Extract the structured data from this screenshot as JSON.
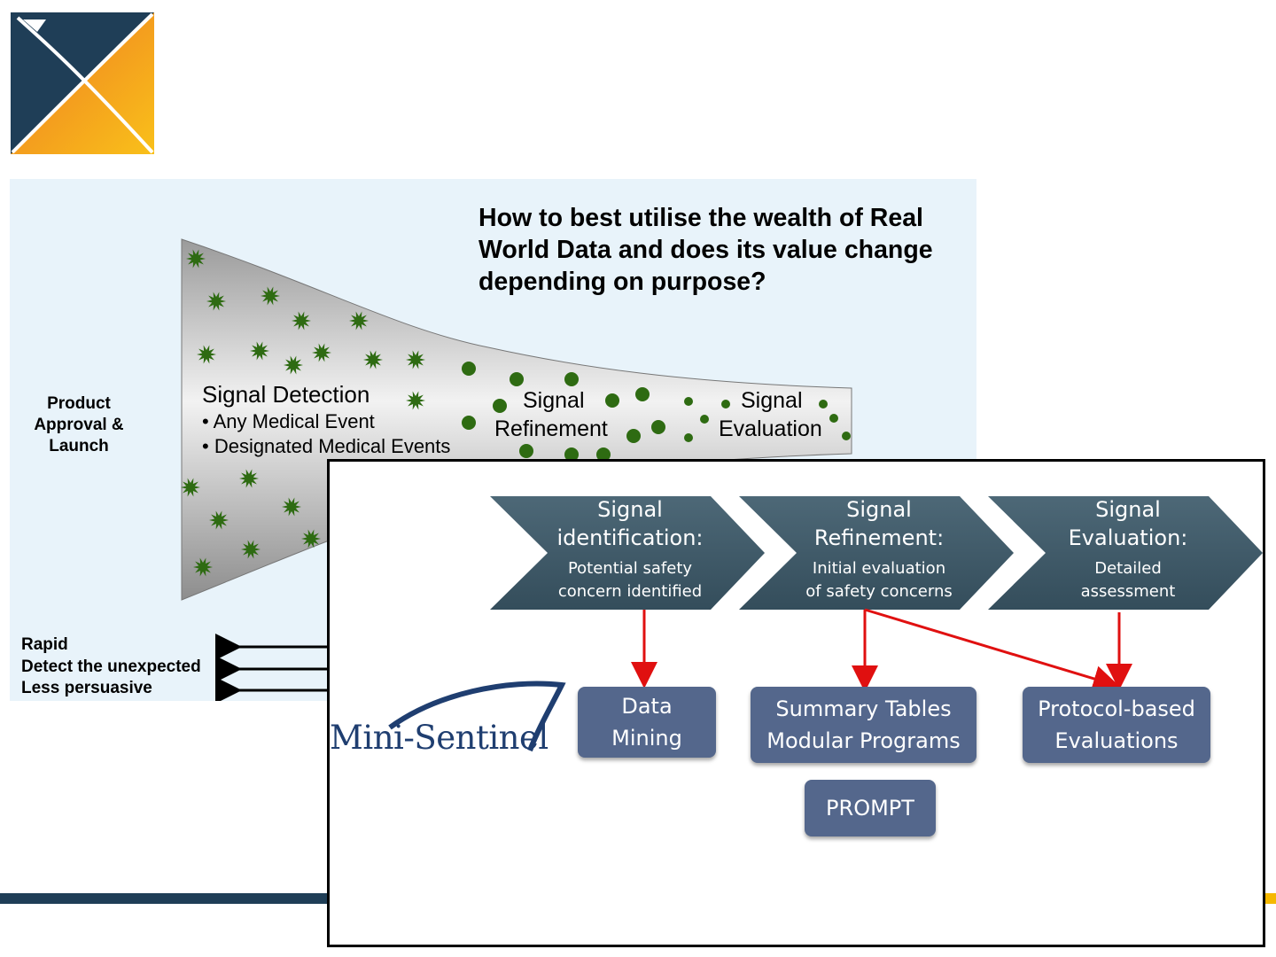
{
  "funnel": {
    "title_lines": [
      "How to best utilise the wealth of Real",
      "World Data and does its value change",
      "depending on purpose?"
    ],
    "side_label_lines": [
      "Product",
      "Approval &",
      "Launch"
    ],
    "stages": {
      "detection_title": "Signal Detection",
      "detection_bullets": [
        "• Any Medical Event",
        "• Designated Medical Events"
      ],
      "refinement_lines": [
        "Signal",
        "Refinement"
      ],
      "evaluation_lines": [
        "Signal",
        "Evaluation"
      ]
    },
    "characteristics": [
      "Rapid",
      "Detect the unexpected",
      "Less persuasive"
    ]
  },
  "mini_sentinel": {
    "logo_text": "Mini-Sentinel",
    "chevrons": [
      {
        "title_lines": [
          "Signal",
          "identification:"
        ],
        "sub_lines": [
          "Potential safety",
          "concern identified"
        ]
      },
      {
        "title_lines": [
          "Signal",
          "Refinement:"
        ],
        "sub_lines": [
          "Initial evaluation",
          "of safety concerns"
        ]
      },
      {
        "title_lines": [
          "Signal",
          "Evaluation:"
        ],
        "sub_lines": [
          "Detailed",
          "assessment"
        ]
      }
    ],
    "boxes": {
      "data_mining": [
        "Data",
        "Mining"
      ],
      "summary_tables": [
        "Summary Tables",
        "Modular Programs"
      ],
      "protocol": [
        "Protocol-based",
        "Evaluations"
      ],
      "prompt": "PROMPT"
    }
  },
  "colors": {
    "navy": "#1f3e57",
    "orange": "#f08a24",
    "yellow": "#f7b91b",
    "chevron": "#3d5766",
    "box": "#54678c",
    "arrow_red": "#e01010",
    "spot_green": "#2e6b12",
    "panel_bg": "#e8f3fa"
  }
}
